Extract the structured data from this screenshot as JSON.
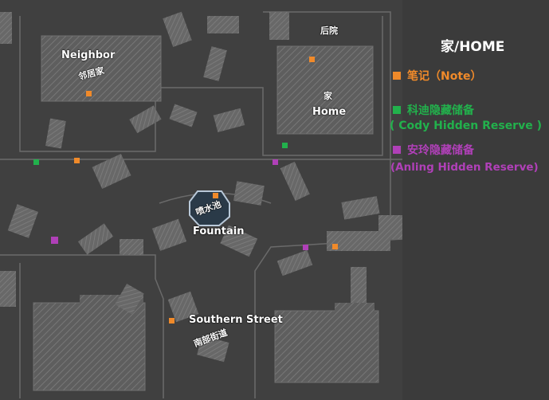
{
  "colors": {
    "note": "#f08a2a",
    "cody": "#22b14c",
    "anling": "#b040b8",
    "fountain": "#2a3a48"
  },
  "map_labels": {
    "neighbor_en": "Neighbor",
    "neighbor_cn": "邻居家",
    "backyard_cn": "后院",
    "home_cn": "家",
    "home_en": "Home",
    "fountain_cn": "喷水池",
    "fountain_en": "Fountain",
    "street_en": "Southern Street",
    "street_cn": "南部街道"
  },
  "legend": {
    "title": "家/HOME",
    "note": "笔记（Note）",
    "cody_line1": "科迪隐藏储备",
    "cody_line2": "( Cody Hidden Reserve )",
    "anling_line1": "安玲隐藏储备",
    "anling_line2": "(Anling Hidden Reserve)"
  },
  "icons": {
    "note_marker": "orange-square-icon",
    "cody_marker": "green-square-icon",
    "anling_marker": "purple-square-icon"
  }
}
